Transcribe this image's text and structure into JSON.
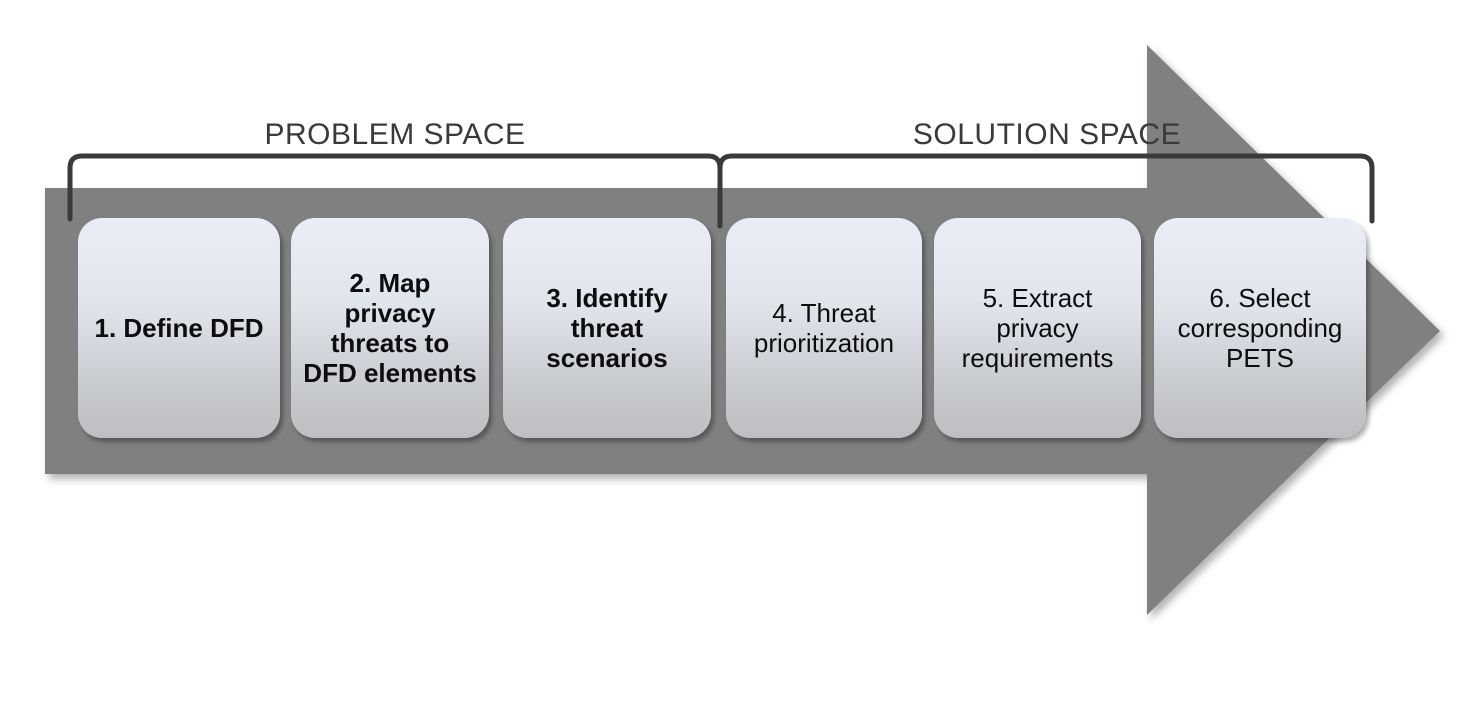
{
  "diagram": {
    "title": "Privacy threat modeling methodology process flow",
    "colors": {
      "arrow_fill": "#808080",
      "box_gradient_top": "#e9edf5",
      "box_gradient_bottom": "#bdbfc3",
      "bracket_stroke": "#3a3a3a",
      "label_text": "#3a3a3a",
      "box_text": "#0d0d0d",
      "background": "#ffffff"
    },
    "brackets": [
      {
        "id": "problem-space",
        "label": "PROBLEM SPACE",
        "covers_steps": [
          1,
          2,
          3
        ]
      },
      {
        "id": "solution-space",
        "label": "SOLUTION SPACE",
        "covers_steps": [
          4,
          5,
          6
        ]
      }
    ],
    "arrow": {
      "direction": "right",
      "shape": "block-arrow",
      "icon": "right-arrow-icon"
    },
    "steps": [
      {
        "number": "1",
        "label": "1. Define DFD",
        "weight": "bold",
        "phase": "problem-space"
      },
      {
        "number": "2",
        "label": "2. Map privacy threats to DFD elements",
        "weight": "bold",
        "phase": "problem-space"
      },
      {
        "number": "3",
        "label": "3. Identify threat scenarios",
        "weight": "bold",
        "phase": "problem-space"
      },
      {
        "number": "4",
        "label": "4. Threat prioritization",
        "weight": "regular",
        "phase": "solution-space"
      },
      {
        "number": "5",
        "label": "5. Extract privacy requirements",
        "weight": "regular",
        "phase": "solution-space"
      },
      {
        "number": "6",
        "label": "6. Select corresponding PETS",
        "weight": "regular",
        "phase": "solution-space"
      }
    ]
  }
}
